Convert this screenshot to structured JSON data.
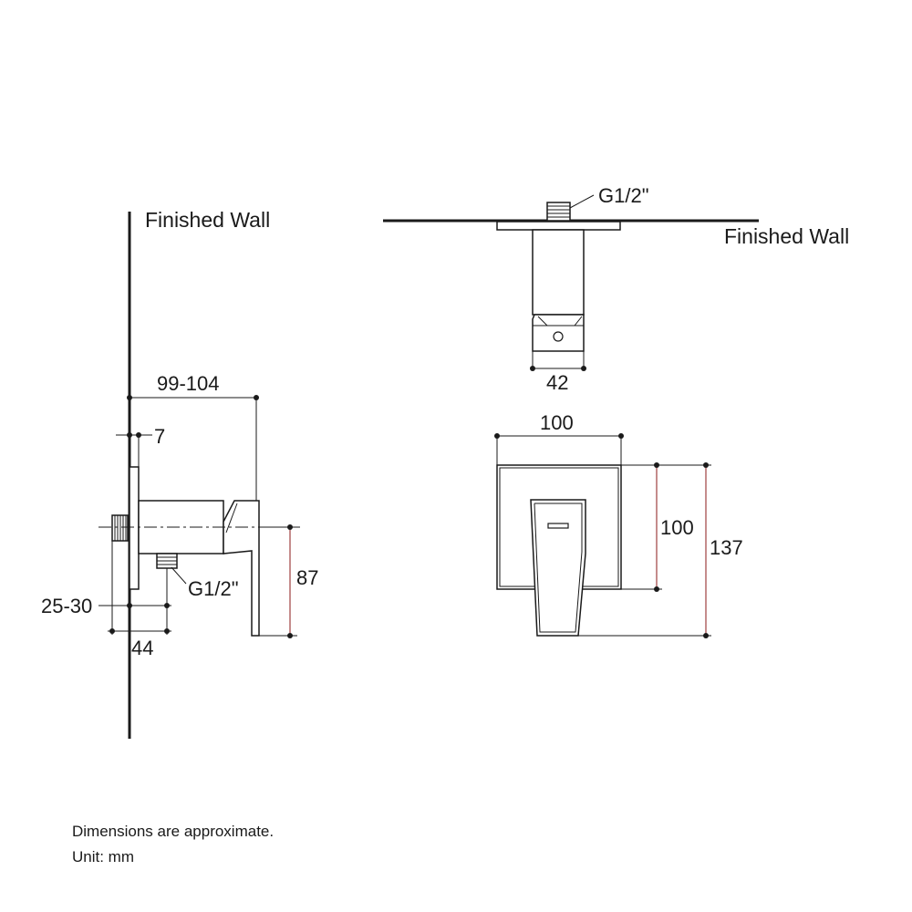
{
  "side_view": {
    "wall_label": "Finished Wall",
    "dim_depth": "99-104",
    "dim_plate": "7",
    "dim_height": "87",
    "dim_recess": "25-30",
    "dim_body": "44",
    "thread": "G1/2\""
  },
  "top_view": {
    "wall_label": "Finished Wall",
    "thread": "G1/2\"",
    "dim_width": "42"
  },
  "front_view": {
    "dim_plate_width": "100",
    "dim_plate_height": "100",
    "dim_total_height": "137"
  },
  "notes": {
    "line1": "Dimensions are approximate.",
    "line2": "Unit: mm"
  },
  "colors": {
    "line": "#1a1a1a",
    "dimension_accent": "#8b1a1a"
  }
}
